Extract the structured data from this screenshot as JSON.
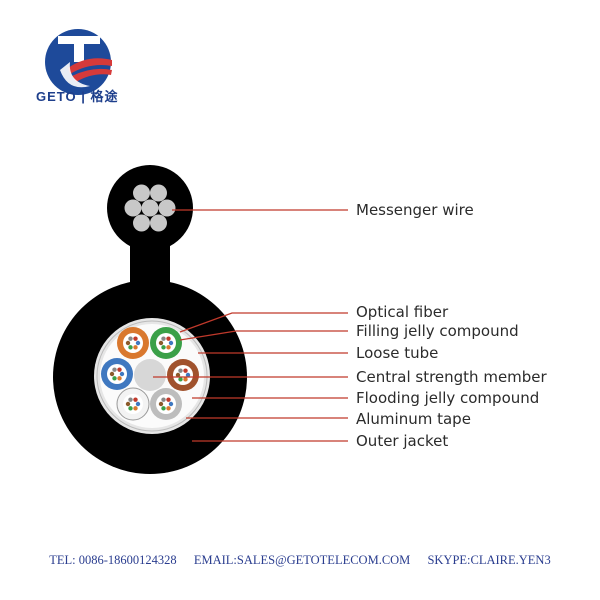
{
  "brand": {
    "name": "GETO",
    "chinese_name": "格途"
  },
  "labels": {
    "messenger_wire": "Messenger wire",
    "optical_fiber": "Optical fiber",
    "filling_jelly": "Filling jelly compound",
    "loose_tube": "Loose tube",
    "central_strength": "Central strength member",
    "flooding_jelly": "Flooding jelly compound",
    "aluminum_tape": "Aluminum tape",
    "outer_jacket": "Outer jacket"
  },
  "footer": {
    "tel": "TEL: 0086-18600124328",
    "email": "EMAIL:SALES@GETOTELECOM.COM",
    "skype": "SKYPE:CLAIRE.YEN3"
  },
  "colors": {
    "leader": "#c0392b",
    "brand_blue": "#1e3f8c",
    "brand_red": "#d63a3a"
  }
}
